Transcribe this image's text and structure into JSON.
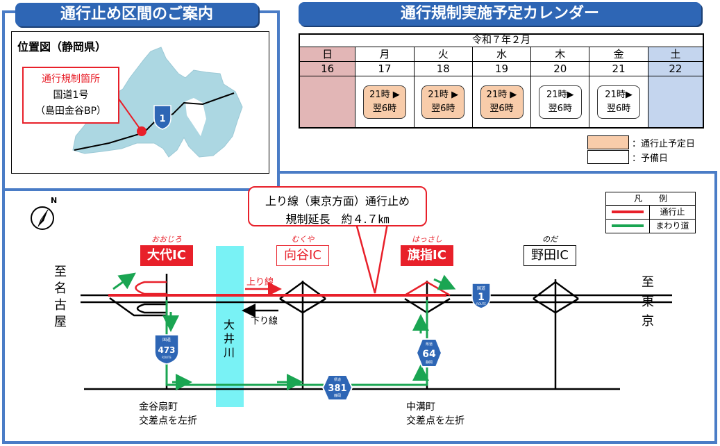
{
  "left_panel": {
    "header": "通行止め区間のご案内",
    "map_title": "位置図（静岡県）",
    "callout_title": "通行規制箇所",
    "callout_line2": "国道1号",
    "callout_line3": "（島田金谷BP）"
  },
  "calendar": {
    "header": "通行規制実施予定カレンダー",
    "month": "令和７年２月",
    "days": [
      {
        "dow": "日",
        "date": "16",
        "time": "",
        "next": "",
        "kind": "sunday"
      },
      {
        "dow": "月",
        "date": "17",
        "time": "21時 ▶",
        "next": "翌6時",
        "kind": "closure"
      },
      {
        "dow": "火",
        "date": "18",
        "time": "21時 ▶",
        "next": "翌6時",
        "kind": "closure"
      },
      {
        "dow": "水",
        "date": "19",
        "time": "21時 ▶",
        "next": "翌6時",
        "kind": "closure"
      },
      {
        "dow": "木",
        "date": "20",
        "time": "21時▶",
        "next": "翌6時",
        "kind": "reserve"
      },
      {
        "dow": "金",
        "date": "21",
        "time": "21時▶",
        "next": "翌6時",
        "kind": "reserve"
      },
      {
        "dow": "土",
        "date": "22",
        "time": "",
        "next": "",
        "kind": "saturday"
      }
    ],
    "legend_closure": "：通行止予定日",
    "legend_reserve": "：予備日"
  },
  "diagram": {
    "north": "N",
    "callout_line1": "上り線（東京方面）通行止め",
    "callout_line2": "規制延長　約４.７㎞",
    "interchanges": [
      {
        "ruby": "おおじろ",
        "name": "大代IC",
        "closed": true
      },
      {
        "ruby": "むくや",
        "name": "向谷IC",
        "closed": false
      },
      {
        "ruby": "はっさし",
        "name": "旗指IC",
        "closed": true
      },
      {
        "ruby": "のだ",
        "name": "野田IC",
        "closed": false
      }
    ],
    "left_dest": [
      "至",
      "名",
      "古",
      "屋"
    ],
    "right_dest": [
      "至",
      "東",
      "京"
    ],
    "river": [
      "大",
      "井",
      "川"
    ],
    "up_line": "上り線",
    "down_line": "下り線",
    "route1_top": "国道",
    "route1_num": "1",
    "route1_bottom": "ROUTE",
    "route473_top": "国道",
    "route473_num": "473",
    "route473_bottom": "ROUTE",
    "route381_top": "県道",
    "route381_num": "381",
    "route381_bottom": "静岡",
    "route64_top": "県道",
    "route64_num": "64",
    "route64_bottom": "静岡",
    "turn_left_1": [
      "金谷扇町",
      "交差点を左折"
    ],
    "turn_left_2": [
      "中溝町",
      "交差点を左折"
    ],
    "legend_title": "凡　　例",
    "legend_closed": "通行止",
    "legend_detour": "まわり道"
  },
  "colors": {
    "closed": "#e8202a",
    "detour": "#1aa552",
    "accent": "#2e66b5",
    "closure_fill": "#f8ccaa",
    "sunday": "#e2b6b6",
    "saturday": "#c4d5ee",
    "river": "#79f2f5"
  }
}
